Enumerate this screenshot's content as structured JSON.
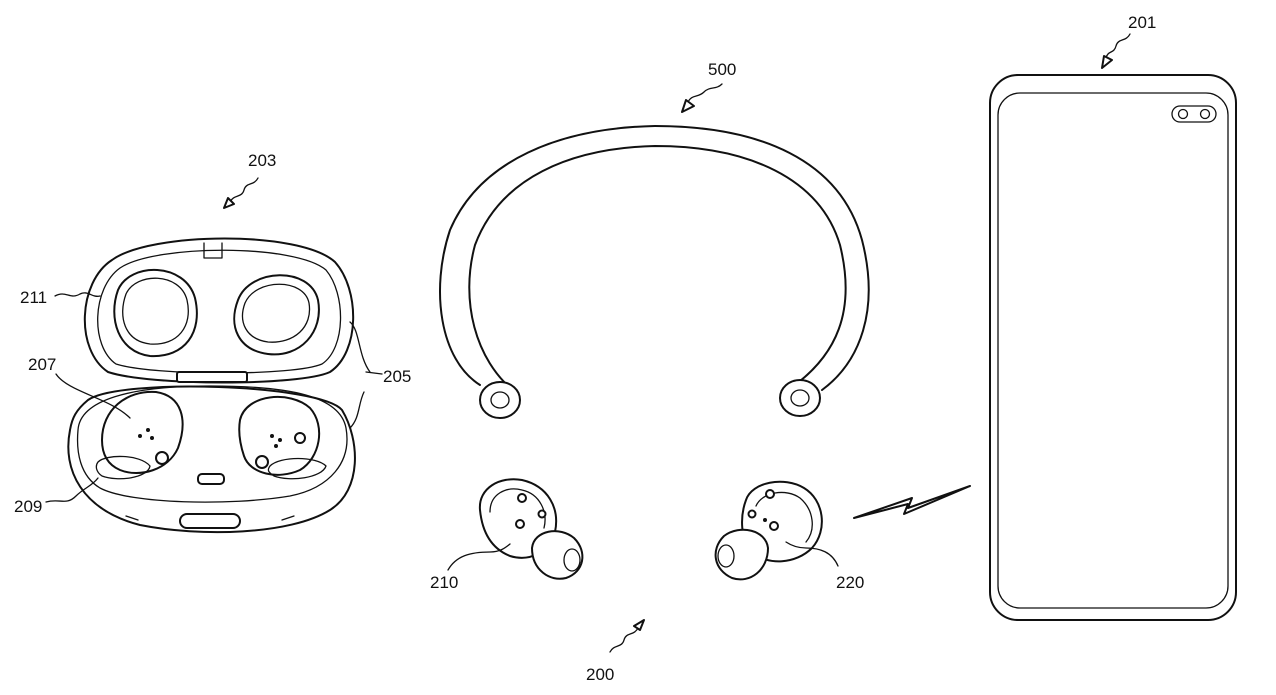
{
  "labels": {
    "phone": "201",
    "case": "203",
    "case_parts": "205",
    "earbud_in_case": "207",
    "case_base": "209",
    "case_lid_seat": "211",
    "neckband": "500",
    "earbud_left": "210",
    "earbud_right": "220",
    "earbud_set": "200"
  },
  "colors": {
    "line": "#111111",
    "background": "#ffffff"
  }
}
